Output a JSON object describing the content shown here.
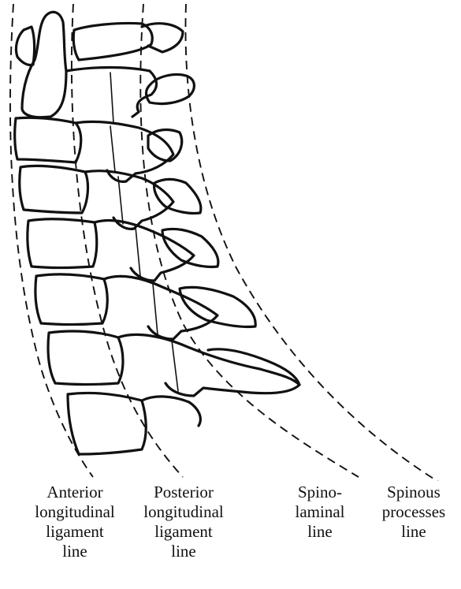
{
  "labels": [
    "Anterior\nlongitudinal\nligament\nline",
    "Posterior\nlongitudinal\nligament\nline",
    "Spino-\nlaminal\nline",
    "Spinous\nprocesses\nline"
  ]
}
